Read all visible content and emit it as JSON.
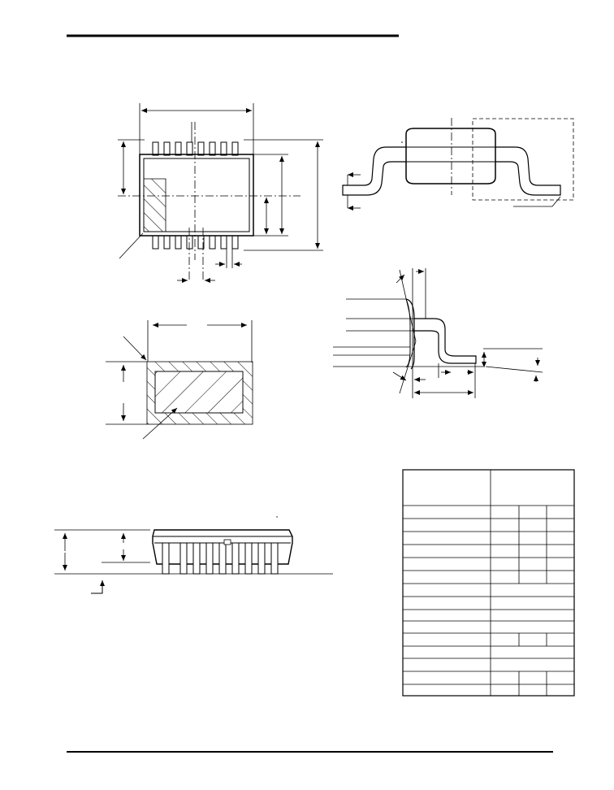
{
  "sheet": {
    "top_rule": "page-header-rule",
    "bottom_rule": "page-footer-rule"
  },
  "views": {
    "top_view": "package-top-view",
    "side_view": "package-side-view",
    "lead_detail": "lead-form-detail",
    "pad_detail": "pad-pattern-detail",
    "end_view": "package-end-view",
    "dimension_table": "dimension-table"
  },
  "table": {
    "rows": 15
  }
}
